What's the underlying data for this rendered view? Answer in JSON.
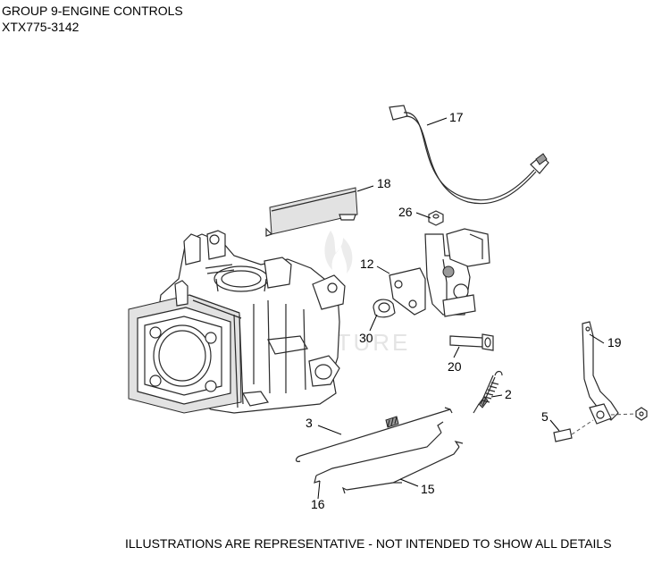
{
  "header": {
    "title": "GROUP 9-ENGINE CONTROLS",
    "model": "XTX775-3142"
  },
  "watermark": "ADVENTURE",
  "callouts": [
    {
      "id": "part-17",
      "label": "17"
    },
    {
      "id": "part-18",
      "label": "18"
    },
    {
      "id": "part-26",
      "label": "26"
    },
    {
      "id": "part-12",
      "label": "12"
    },
    {
      "id": "part-30",
      "label": "30"
    },
    {
      "id": "part-20",
      "label": "20"
    },
    {
      "id": "part-19",
      "label": "19"
    },
    {
      "id": "part-2",
      "label": "2"
    },
    {
      "id": "part-3",
      "label": "3"
    },
    {
      "id": "part-5",
      "label": "5"
    },
    {
      "id": "part-15",
      "label": "15"
    },
    {
      "id": "part-16",
      "label": "16"
    }
  ],
  "footer": {
    "disclaimer": "ILLUSTRATIONS ARE REPRESENTATIVE - NOT INTENDED TO SHOW ALL DETAILS"
  }
}
